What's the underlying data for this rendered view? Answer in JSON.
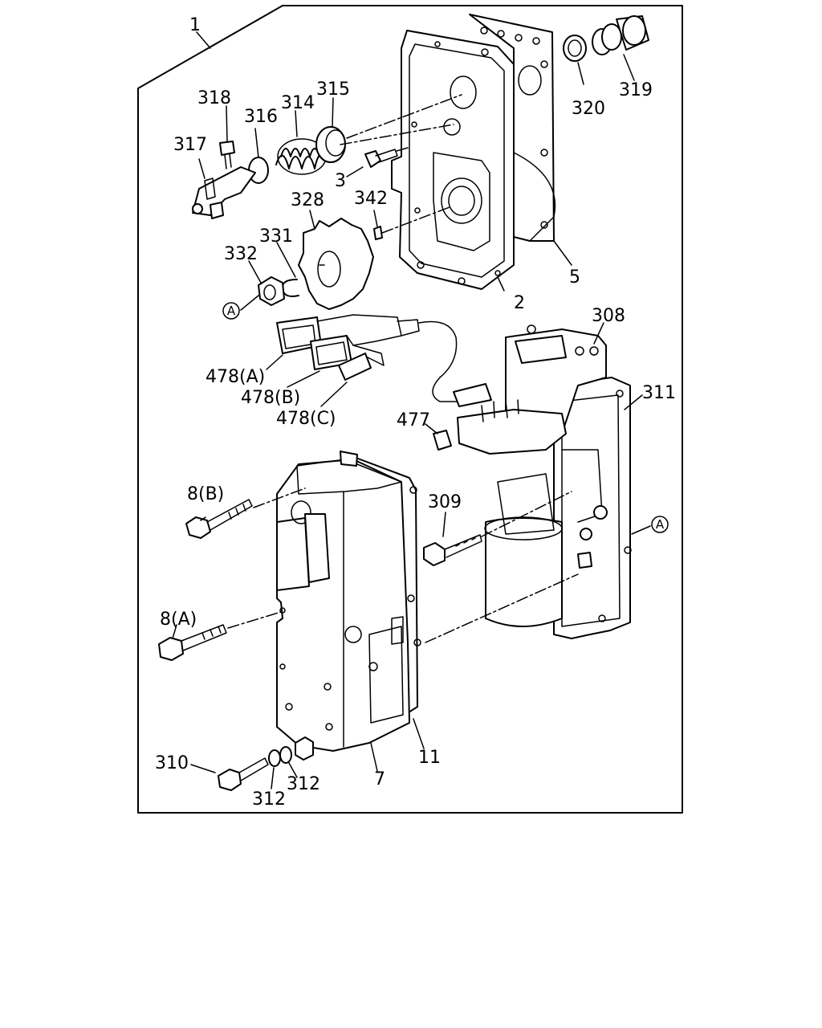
{
  "labels": {
    "l1": "1",
    "l318": "318",
    "l316": "316",
    "l314": "314",
    "l315": "315",
    "l317": "317",
    "l3": "3",
    "l328": "328",
    "l342": "342",
    "l331": "331",
    "l332": "332",
    "l2": "2",
    "l5": "5",
    "l320": "320",
    "l319": "319",
    "l308": "308",
    "l311": "311",
    "l478a": "478(A)",
    "l478b": "478(B)",
    "l478c": "478(C)",
    "l477": "477",
    "l8b": "8(B)",
    "l309": "309",
    "l8a": "8(A)",
    "l310": "310",
    "l312a": "312",
    "l312b": "312",
    "l7": "7",
    "l11": "11"
  },
  "callouts": {
    "refA_left": "A",
    "refA_right": "A"
  }
}
